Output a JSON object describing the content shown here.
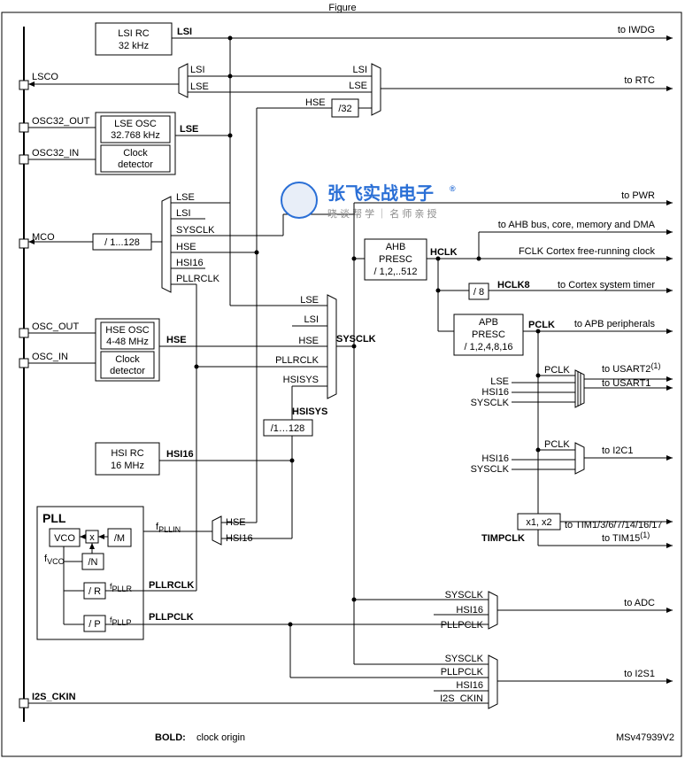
{
  "title_top": "Figure",
  "watermark": {
    "title": "张飞实战电子",
    "reg": "®",
    "subtitle": "晓 谈 帮 学 ｜ 名 师 亲 授"
  },
  "footer": {
    "bold_label": "BOLD:",
    "bold_text": "clock origin",
    "ref": "MSv47939V2"
  },
  "pins": {
    "lsco": "LSCO",
    "osc32_out": "OSC32_OUT",
    "osc32_in": "OSC32_IN",
    "mco": "MCO",
    "osc_out": "OSC_OUT",
    "osc_in": "OSC_IN",
    "i2s_ckin": "I2S_CKIN"
  },
  "blocks": {
    "lsi_rc": [
      "LSI RC",
      "32 kHz"
    ],
    "lse_osc": [
      "LSE OSC",
      "32.768 kHz"
    ],
    "clock_detector": [
      "Clock",
      "detector"
    ],
    "hse_osc": [
      "HSE OSC",
      "4-48 MHz"
    ],
    "hsi_rc": [
      "HSI RC",
      "16 MHz"
    ],
    "ahb_presc": [
      "AHB",
      "PRESC",
      "/ 1,2,..512"
    ],
    "apb_presc": [
      "APB",
      "PRESC",
      "/ 1,2,4,8,16"
    ],
    "div32": "/32",
    "div8": "/ 8",
    "mco_div": "/ 1...128",
    "hsisys_div": "/1…128",
    "x1x2": "x1, x2"
  },
  "pll": {
    "title": "PLL",
    "vco": "VCO",
    "mult": "x",
    "div_m": "/M",
    "div_n": "/N",
    "div_r": "/ R",
    "div_p": "/ P",
    "fvco": "f",
    "fvco_sub": "VCO",
    "fpllr": "f",
    "fpllr_sub": "PLLR",
    "fpllp": "f",
    "fpllp_sub": "PLLP",
    "fpllin": "f",
    "fpllin_sub": "PLLIN"
  },
  "signals": {
    "lsi": "LSI",
    "lse": "LSE",
    "hse": "HSE",
    "hsi16": "HSI16",
    "sysclk": "SYSCLK",
    "pllrclk": "PLLRCLK",
    "pllpclk": "PLLPCLK",
    "hclk": "HCLK",
    "hclk8": "HCLK8",
    "pclk": "PCLK",
    "timpclk": "TIMPCLK",
    "hsisys": "HSISYS",
    "i2s_ckin": "I2S_CKIN"
  },
  "outputs": {
    "iwdg": "to IWDG",
    "rtc": "to RTC",
    "pwr": "to PWR",
    "ahb": "to AHB bus, core, memory and DMA",
    "fclk": "FCLK Cortex free-running clock",
    "systick": "to Cortex system timer",
    "apb": "to APB peripherals",
    "usart2": "to USART2",
    "usart2_sup": "(1)",
    "usart1": "to USART1",
    "i2c1": "to I2C1",
    "tim": "to TIM1/3/6/7/14/16/17",
    "tim15": "to TIM15",
    "tim15_sup": "(1)",
    "adc": "to ADC",
    "i2s1": "to I2S1"
  },
  "mux_inputs": {
    "rtc_left": [
      "LSI",
      "LSE"
    ],
    "rtc_right": [
      "LSI",
      "LSE",
      "HSE"
    ],
    "mco": [
      "LSE",
      "LSI",
      "SYSCLK",
      "HSE",
      "HSI16",
      "PLLRCLK"
    ],
    "sysclk": [
      "LSE",
      "LSI",
      "HSE",
      "PLLRCLK",
      "HSISYS"
    ],
    "usart": [
      "PCLK",
      "LSE",
      "HSI16",
      "SYSCLK"
    ],
    "i2c": [
      "PCLK",
      "HSI16",
      "SYSCLK"
    ],
    "pll_src": [
      "HSE",
      "HSI16"
    ],
    "adc": [
      "SYSCLK",
      "HSI16",
      "PLLPCLK"
    ],
    "i2s": [
      "SYSCLK",
      "PLLPCLK",
      "HSI16",
      "I2S_CKIN"
    ]
  }
}
